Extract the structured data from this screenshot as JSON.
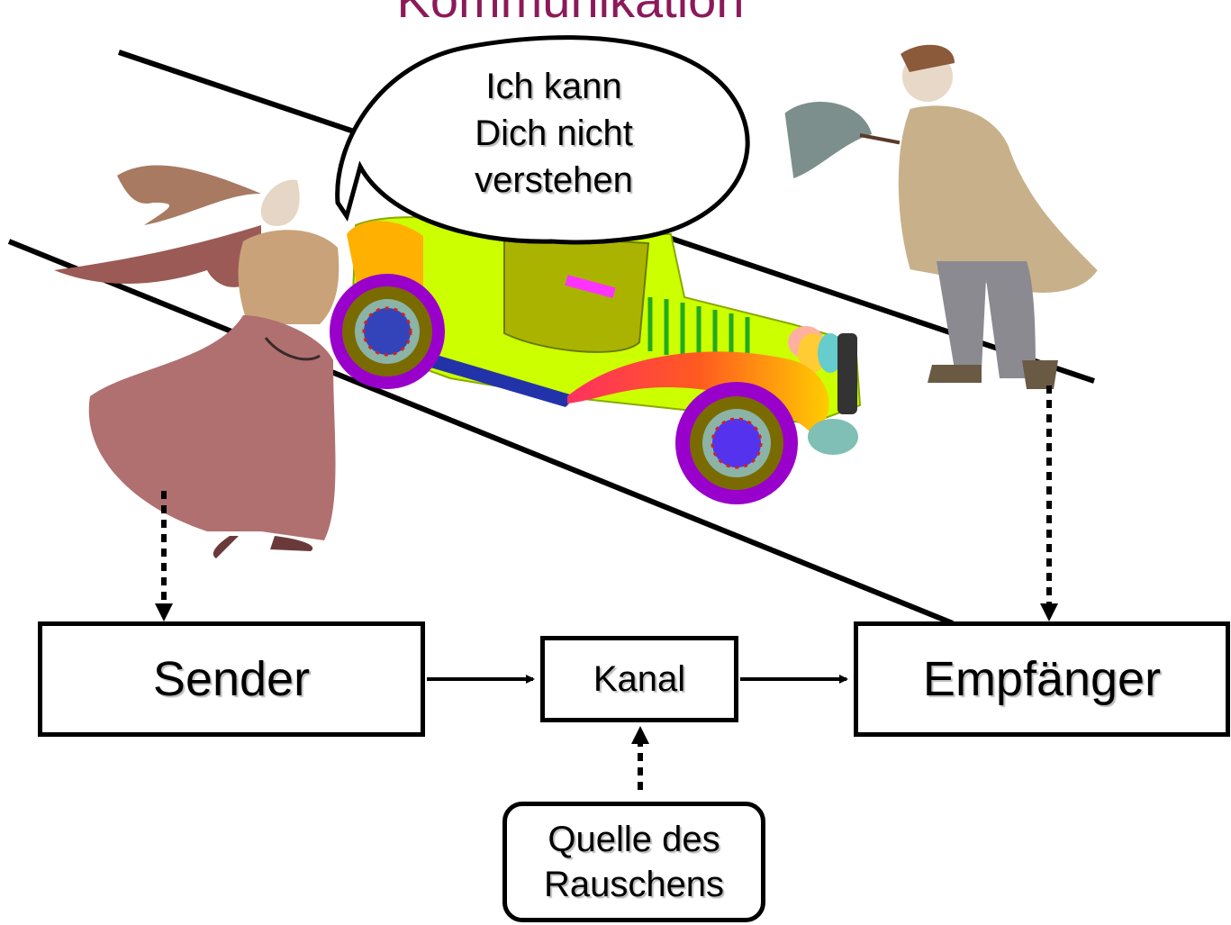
{
  "title": "Kommunikation",
  "speech_bubble": {
    "lines": [
      "Ich kann",
      "Dich nicht",
      "verstehen"
    ]
  },
  "boxes": {
    "sender": "Sender",
    "channel": "Kanal",
    "receiver": "Empfänger",
    "noise_source_lines": [
      "Quelle des",
      "Rauschens"
    ]
  },
  "colors": {
    "title": "#8b1a5a",
    "woman_dress": "#b07070",
    "woman_top": "#c9a27a",
    "man_coat": "#c8b08a",
    "man_trousers": "#8a8a90",
    "car_body": "#ccff00",
    "car_fender": "#ff4070"
  }
}
